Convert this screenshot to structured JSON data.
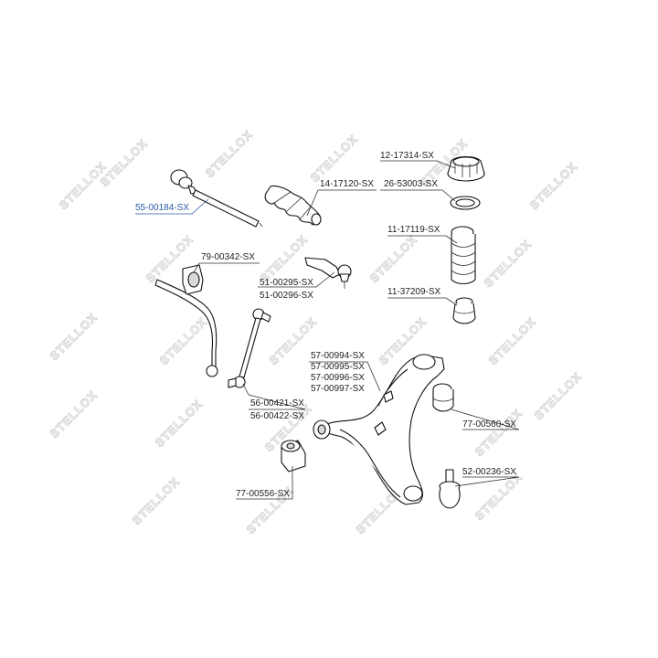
{
  "watermark": {
    "text": "STELLOX",
    "color": "#cfcfcf"
  },
  "highlight_color": "#2a5aa8",
  "labels": {
    "tie_rod": "55-00184-SX",
    "rack_boot": "14-17120-SX",
    "strut_mount": "12-17314-SX",
    "bearing": "26-53003-SX",
    "dust_boot": "11-17119-SX",
    "bump_stop": "11-37209-SX",
    "stab_bushing": "79-00342-SX",
    "tie_rod_end_1": "51-00295-SX",
    "tie_rod_end_2": "51-00296-SX",
    "control_arm_1": "57-00994-SX",
    "control_arm_2": "57-00995-SX",
    "control_arm_3": "57-00996-SX",
    "control_arm_4": "57-00997-SX",
    "stab_link_1": "56-00421-SX",
    "stab_link_2": "56-00422-SX",
    "rear_bushing": "77-00560-SX",
    "front_bushing": "77-00556-SX",
    "ball_joint": "52-00236-SX"
  }
}
